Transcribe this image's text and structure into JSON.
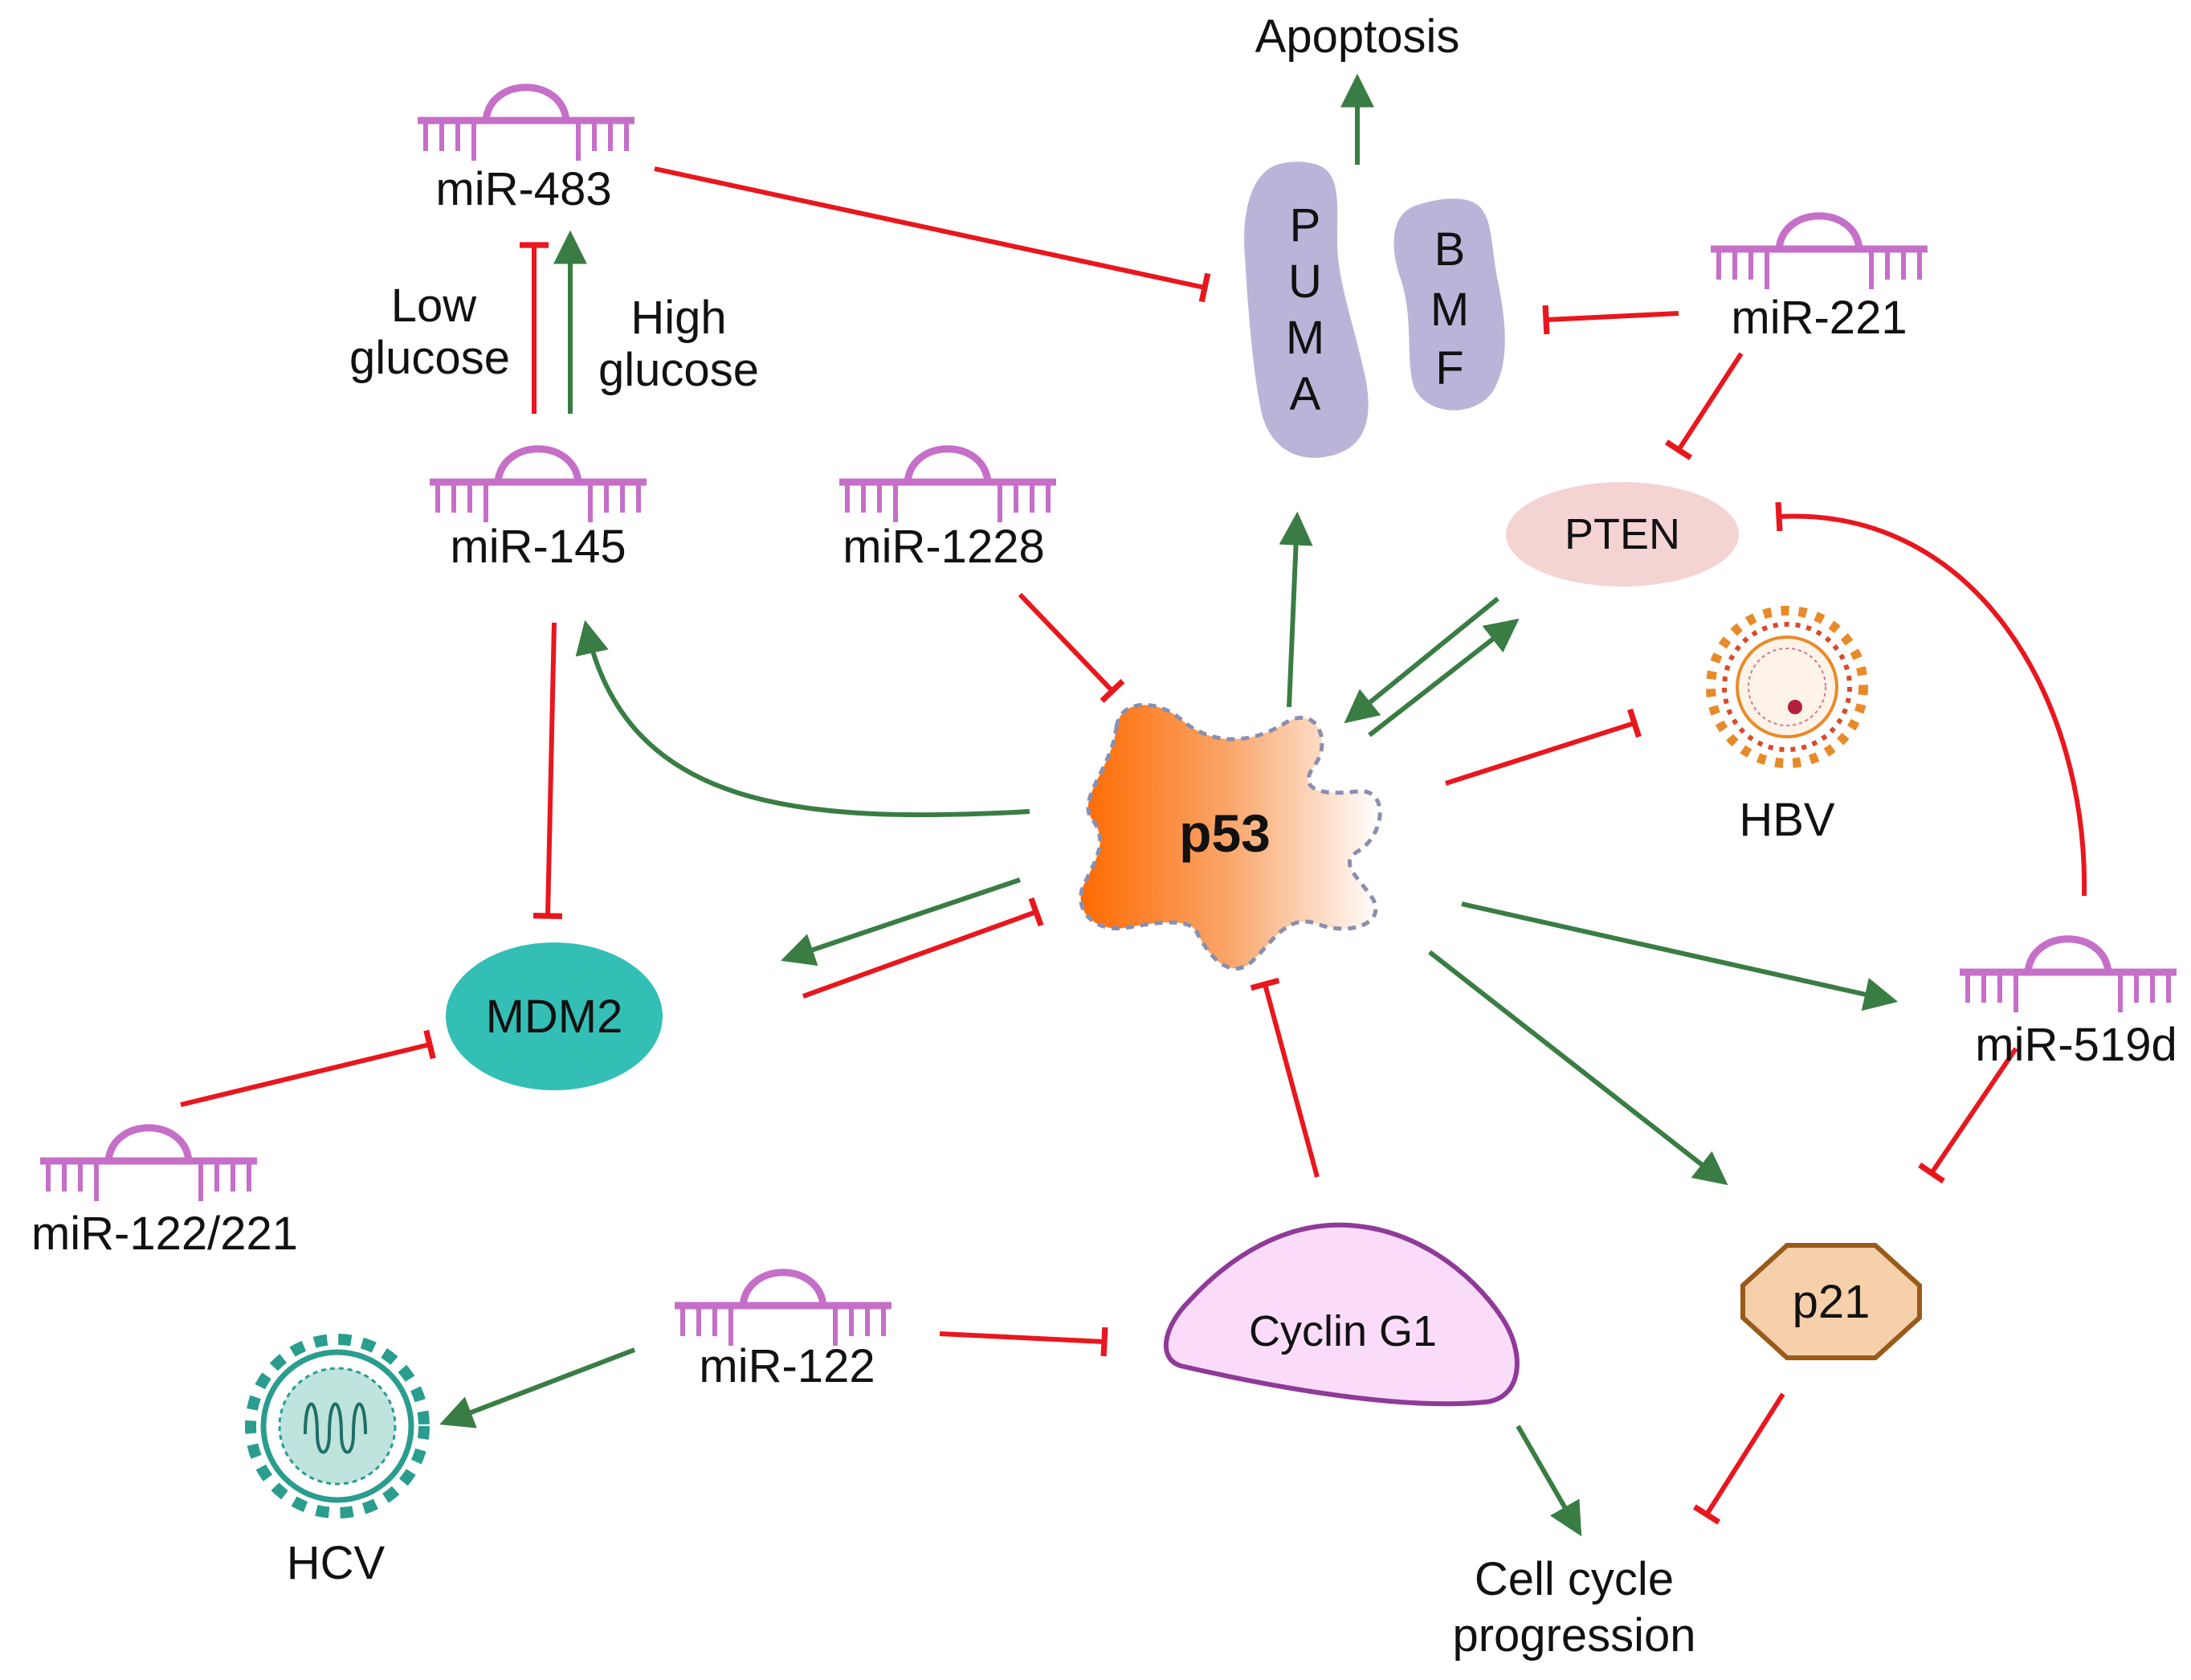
{
  "nodes": {
    "apoptosis": "Apoptosis",
    "puma": [
      "P",
      "U",
      "M",
      "A"
    ],
    "bmf": [
      "B",
      "M",
      "F"
    ],
    "p53": "p53",
    "pten": "PTEN",
    "hbv": "HBV",
    "mdm2": "MDM2",
    "cyclin_g1": "Cyclin G1",
    "p21": "p21",
    "hcv": "HCV",
    "cell_cycle": [
      "Cell cycle",
      "progression"
    ]
  },
  "mirnas": {
    "mir_483": "miR-483",
    "mir_145": "miR-145",
    "mir_1228": "miR-1228",
    "mir_221": "miR-221",
    "mir_519d": "miR-519d",
    "mir_122_221": "miR-122/221",
    "mir_122": "miR-122"
  },
  "conditions": {
    "low_glucose": [
      "Low",
      "glucose"
    ],
    "high_glucose": [
      "High",
      "glucose"
    ]
  },
  "colors": {
    "activation": "#3a7d44",
    "inhibition": "#e8171e",
    "mirna": "#c56fc8",
    "puma_bmf": "#bcb3d9",
    "pten": "#f4d3d3",
    "mdm2": "#33bfb6",
    "cyclin_g1": "#fadcfa",
    "p21": "#f6d0aa",
    "p53_gradient_start": "#ff7a1a",
    "p53_gradient_end": "#ffffff",
    "hcv": "#2a9d8f",
    "hbv": "#e98a2a"
  }
}
